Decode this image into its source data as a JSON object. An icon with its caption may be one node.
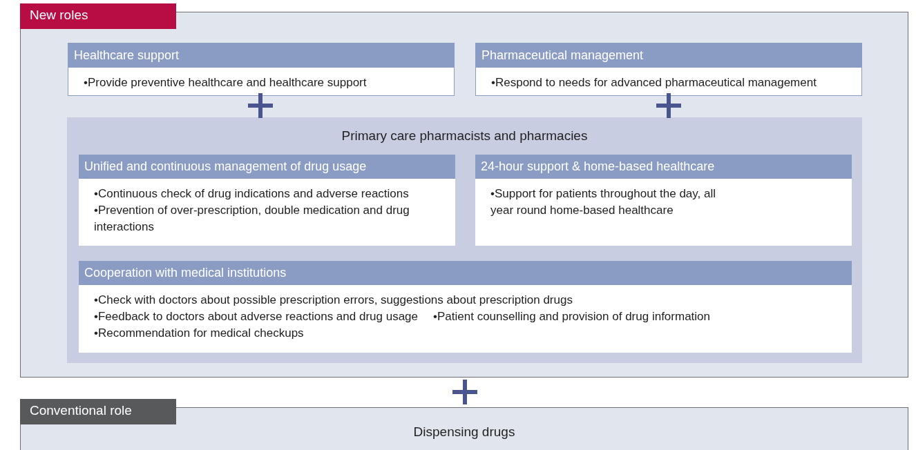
{
  "diagram": {
    "nodes": [
      {
        "text": [
          "New roles"
        ]
      },
      {
        "text": [
          "Healthcare support",
          "•Provide preventive healthcare and healthcare support"
        ],
        "in": 0
      },
      {
        "text": [
          "Pharmaceutical management",
          "•Respond to needs for advanced pharmaceutical management"
        ],
        "in": 0
      },
      {
        "text": [
          "Primary care pharmacists and pharmacies"
        ],
        "in": 0
      },
      {
        "text": [
          "Unified and continuous management of drug usage",
          "•Continuous check of drug indications and adverse reactions",
          "•Prevention of over-prescription, double medication and drug interactions"
        ],
        "in": 3
      },
      {
        "text": [
          "24-hour support & home-based healthcare",
          "•Support for patients throughout the day, all year round home-based healthcare"
        ],
        "in": 3
      },
      {
        "text": [
          "Cooperation with medical institutions",
          "•Check with doctors about possible prescription errors, suggestions about prescription drugs",
          "•Feedback to doctors about adverse reactions and drug usage",
          "•Patient counselling and provision of drug information",
          "•Recommendation for medical checkups"
        ],
        "in": 3
      },
      {
        "text": [
          "Conventional role",
          "Dispensing drugs"
        ]
      }
    ]
  }
}
